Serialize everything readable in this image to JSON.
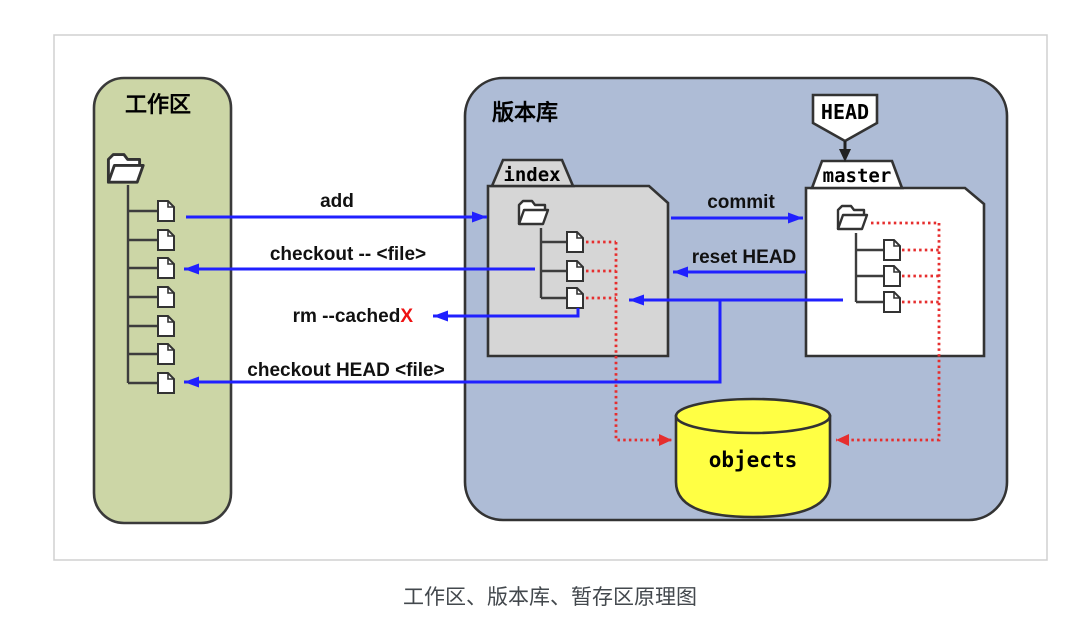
{
  "figure": {
    "caption": "工作区、版本库、暂存区原理图"
  },
  "working_area": {
    "title": "工作区",
    "file_count": 7
  },
  "repository": {
    "title": "版本库",
    "index": {
      "label": "index",
      "file_count": 3
    },
    "master": {
      "label": "master",
      "file_count": 3
    },
    "head": {
      "label": "HEAD"
    },
    "objects": {
      "label": "objects"
    }
  },
  "commands": {
    "add": "add",
    "checkout_file": "checkout -- <file>",
    "rm_cached": "rm --cached",
    "rm_cached_mark": "X",
    "checkout_head_file": "checkout HEAD <file>",
    "commit": "commit",
    "reset_head": "reset HEAD"
  },
  "colors": {
    "working_area_fill": "#ccd6a6",
    "repository_fill": "#aebcd6",
    "index_fill": "#d6d6d6",
    "master_fill": "#ffffff",
    "objects_fill": "#ffff44",
    "arrow_blue": "#2020ff",
    "dotted_red": "#e62e2e",
    "outline": "#333333",
    "figure_border": "#d0d0d0",
    "x_mark_red": "#ee1111"
  }
}
